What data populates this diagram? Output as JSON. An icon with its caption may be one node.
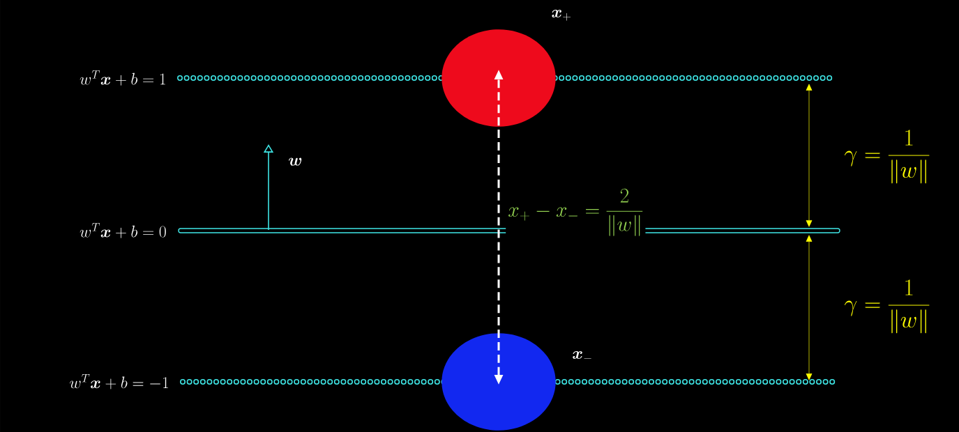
{
  "diagram": {
    "nodes": [
      {
        "text": [],
        "shape": "circle",
        "beside": [
          "\\boldsymbol{x}_+"
        ]
      },
      {
        "text": [],
        "shape": "circle",
        "beside": [
          "\\boldsymbol{x}_-"
        ]
      }
    ],
    "edges": [
      {
        "from": 1,
        "to": 0,
        "arrow": "both",
        "style": "dashed",
        "label": "x_+ - x_- = \\frac{2}{\\|w\\|}"
      }
    ],
    "labels": [
      "w^T\\boldsymbol{x}+b=1",
      "\\gamma=\\frac{1}{\\|w\\|}",
      "\\boldsymbol{w}",
      "w^T\\boldsymbol{x}+b=0",
      "\\gamma=\\frac{1}{\\|w\\|}",
      "w^T\\boldsymbol{x}+b=-1"
    ]
  }
}
